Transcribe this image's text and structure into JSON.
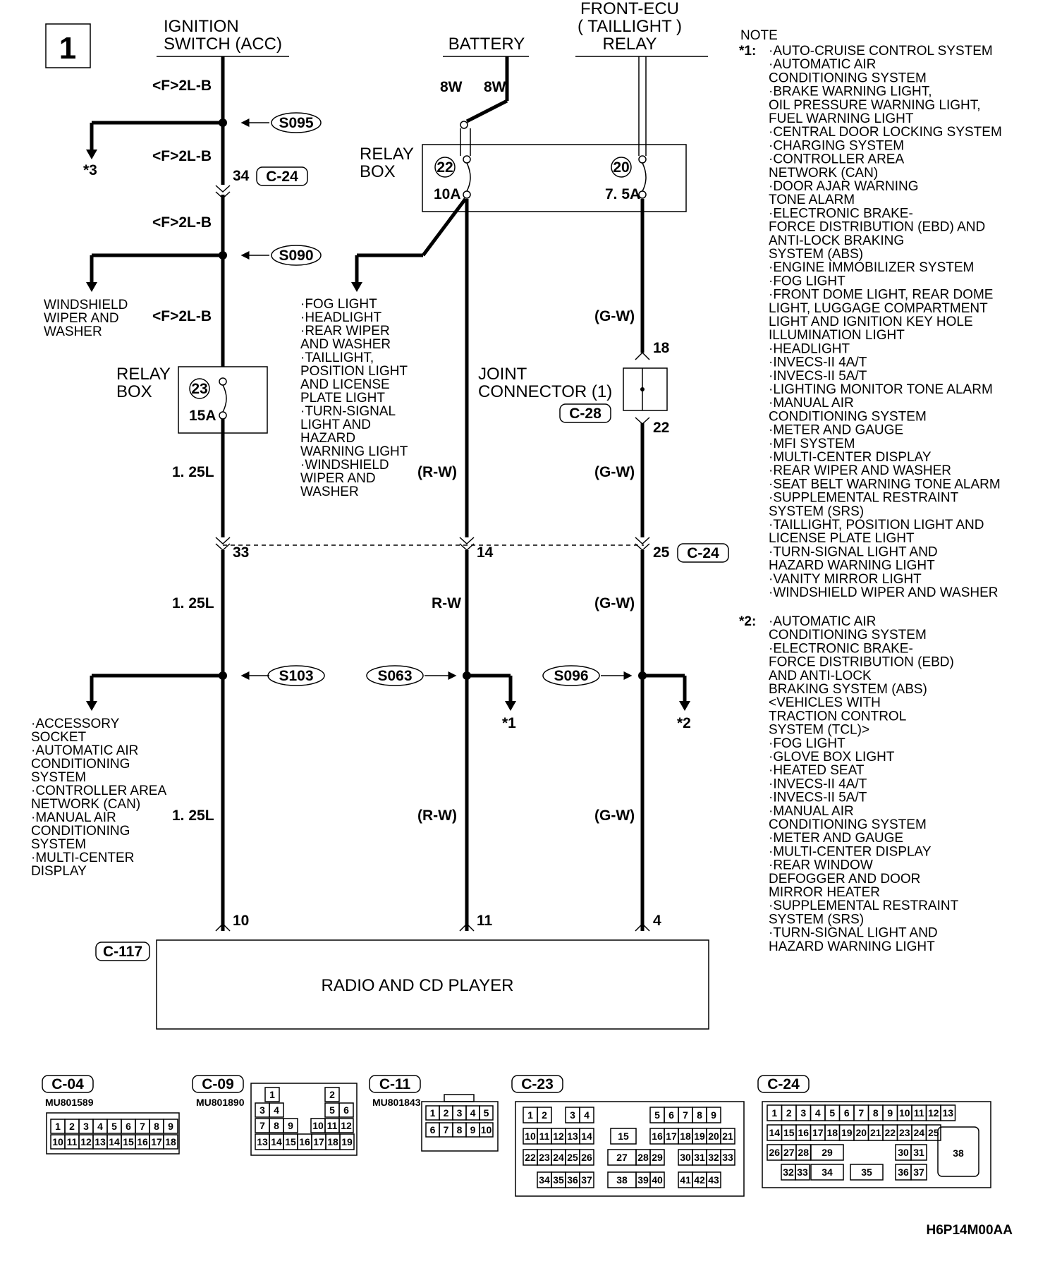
{
  "page_number": "1",
  "header": {
    "ignition": [
      "IGNITION",
      "SWITCH (ACC)"
    ],
    "battery": "BATTERY",
    "front_ecu": [
      "FRONT-ECU",
      "( TAILLIGHT )",
      "RELAY"
    ]
  },
  "wires": {
    "f2lb": "<F>2L-B",
    "w125l": "1. 25L",
    "w8w": "8W",
    "rw_paren": "(R-W)",
    "rw": "R-W",
    "gw_paren": "(G-W)"
  },
  "relay_box": [
    "RELAY",
    "BOX"
  ],
  "fuses": {
    "f22": "22",
    "f22_amp": "10A",
    "f20": "20",
    "f20_amp": "7. 5A",
    "f23": "23",
    "f23_amp": "15A"
  },
  "splices": {
    "s095": "S095",
    "s090": "S090",
    "s103": "S103",
    "s063": "S063",
    "s096": "S096"
  },
  "connectors": {
    "c24": "C-24",
    "c28": "C-28",
    "c117": "C-117",
    "c04": "C-04",
    "c09": "C-09",
    "c11": "C-11",
    "c23": "C-23"
  },
  "part_numbers": {
    "c04": "MU801589",
    "c09": "MU801890",
    "c11": "MU801843"
  },
  "pins": {
    "p34": "34",
    "p33": "33",
    "p14": "14",
    "p25": "25",
    "p18": "18",
    "p22": "22",
    "p10": "10",
    "p11": "11",
    "p4": "4"
  },
  "refs": {
    "r1": "*1",
    "r2": "*2",
    "r3": "*3"
  },
  "joint_connector": [
    "JOINT",
    "CONNECTOR (1)"
  ],
  "windshield": [
    "WINDSHIELD",
    "WIPER AND",
    "WASHER"
  ],
  "middle_list": [
    "·FOG LIGHT",
    "·HEADLIGHT",
    "·REAR WIPER",
    " AND WASHER",
    "·TAILLIGHT,",
    " POSITION LIGHT",
    " AND LICENSE",
    " PLATE LIGHT",
    "·TURN-SIGNAL",
    " LIGHT AND",
    " HAZARD",
    " WARNING LIGHT",
    "·WINDSHIELD",
    " WIPER AND",
    " WASHER"
  ],
  "left_list": [
    "·ACCESSORY",
    " SOCKET",
    "·AUTOMATIC AIR",
    " CONDITIONING",
    " SYSTEM",
    "·CONTROLLER AREA",
    " NETWORK (CAN)",
    "·MANUAL AIR",
    " CONDITIONING",
    " SYSTEM",
    "·MULTI-CENTER",
    " DISPLAY"
  ],
  "radio": "RADIO AND CD PLAYER",
  "note": {
    "title": "NOTE",
    "n1_mark": "*1:",
    "n1": [
      "·AUTO-CRUISE CONTROL SYSTEM",
      "·AUTOMATIC AIR",
      " CONDITIONING SYSTEM",
      "·BRAKE WARNING LIGHT,",
      " OIL PRESSURE WARNING LIGHT,",
      " FUEL WARNING LIGHT",
      "·CENTRAL DOOR LOCKING SYSTEM",
      "·CHARGING SYSTEM",
      "·CONTROLLER AREA",
      " NETWORK (CAN)",
      "·DOOR AJAR WARNING",
      " TONE ALARM",
      "·ELECTRONIC BRAKE-",
      " FORCE DISTRIBUTION (EBD) AND",
      " ANTI-LOCK BRAKING",
      " SYSTEM (ABS)",
      "·ENGINE IMMOBILIZER SYSTEM",
      "·FOG LIGHT",
      "·FRONT DOME LIGHT, REAR DOME",
      " LIGHT, LUGGAGE COMPARTMENT",
      " LIGHT AND IGNITION KEY HOLE",
      " ILLUMINATION LIGHT",
      "·HEADLIGHT",
      "·INVECS-II 4A/T",
      "·INVECS-II 5A/T",
      "·LIGHTING MONITOR TONE ALARM",
      "·MANUAL AIR",
      " CONDITIONING SYSTEM",
      "·METER AND GAUGE",
      "·MFI SYSTEM",
      "·MULTI-CENTER DISPLAY",
      "·REAR WIPER AND WASHER",
      "·SEAT BELT WARNING TONE ALARM",
      "·SUPPLEMENTAL RESTRAINT",
      " SYSTEM (SRS)",
      "·TAILLIGHT, POSITION LIGHT AND",
      " LICENSE PLATE LIGHT",
      "·TURN-SIGNAL LIGHT AND",
      " HAZARD WARNING LIGHT",
      "·VANITY MIRROR LIGHT",
      "·WINDSHIELD WIPER AND WASHER"
    ],
    "n2_mark": "*2:",
    "n2": [
      "·AUTOMATIC AIR",
      " CONDITIONING SYSTEM",
      "·ELECTRONIC BRAKE-",
      " FORCE DISTRIBUTION (EBD)",
      " AND ANTI-LOCK",
      " BRAKING SYSTEM (ABS)",
      " <VEHICLES WITH",
      " TRACTION CONTROL",
      " SYSTEM (TCL)>",
      "·FOG LIGHT",
      "·GLOVE BOX LIGHT",
      "·HEATED SEAT",
      "·INVECS-II 4A/T",
      "·INVECS-II 5A/T",
      "·MANUAL AIR",
      " CONDITIONING SYSTEM",
      "·METER AND GAUGE",
      "·MULTI-CENTER DISPLAY",
      "·REAR WINDOW",
      " DEFOGGER AND DOOR",
      " MIRROR HEATER",
      "·SUPPLEMENTAL RESTRAINT",
      " SYSTEM (SRS)",
      "·TURN-SIGNAL LIGHT AND",
      " HAZARD WARNING LIGHT"
    ]
  },
  "c04_pins": {
    "row1": [
      "1",
      "2",
      "3",
      "4",
      "5",
      "6",
      "7",
      "8",
      "9"
    ],
    "row2": [
      "10",
      "11",
      "12",
      "13",
      "14",
      "15",
      "16",
      "17",
      "18"
    ]
  },
  "c09_pins": {
    "top": [
      "1",
      "2"
    ],
    "row2": [
      "3",
      "4",
      "5",
      "6"
    ],
    "row3": [
      "7",
      "8",
      "9",
      "10",
      "11",
      "12"
    ],
    "row4": [
      "13",
      "14",
      "15",
      "16",
      "17",
      "18",
      "19"
    ]
  },
  "c11_pins": {
    "row1": [
      "1",
      "2",
      "3",
      "4",
      "5"
    ],
    "row2": [
      "6",
      "7",
      "8",
      "9",
      "10"
    ]
  },
  "c23_pins": {
    "r1a": [
      "1",
      "2",
      "3",
      "4"
    ],
    "r1b": [
      "5",
      "6",
      "7",
      "8",
      "9"
    ],
    "r2a": [
      "10",
      "11",
      "12",
      "13",
      "14"
    ],
    "r2m": "15",
    "r2b": [
      "16",
      "17",
      "18",
      "19",
      "20",
      "21"
    ],
    "r3a": [
      "22",
      "23",
      "24",
      "25",
      "26"
    ],
    "r3m": [
      "27",
      "28",
      "29"
    ],
    "r3b": [
      "30",
      "31",
      "32",
      "33"
    ],
    "r4a": [
      "34",
      "35",
      "36",
      "37"
    ],
    "r4m": [
      "38",
      "39",
      "40"
    ],
    "r4b": [
      "41",
      "42",
      "43"
    ]
  },
  "c24_pins": {
    "r1": [
      "1",
      "2",
      "3",
      "4",
      "5",
      "6",
      "7",
      "8",
      "9",
      "10",
      "11",
      "12",
      "13"
    ],
    "r2": [
      "14",
      "15",
      "16",
      "17",
      "18",
      "19",
      "20",
      "21",
      "22",
      "23",
      "24",
      "25"
    ],
    "r3": [
      "26",
      "27",
      "28",
      "29",
      "30",
      "31"
    ],
    "r4": [
      "32",
      "33",
      "34",
      "35",
      "36",
      "37"
    ],
    "big": "38"
  },
  "figure_code": "H6P14M00AA"
}
